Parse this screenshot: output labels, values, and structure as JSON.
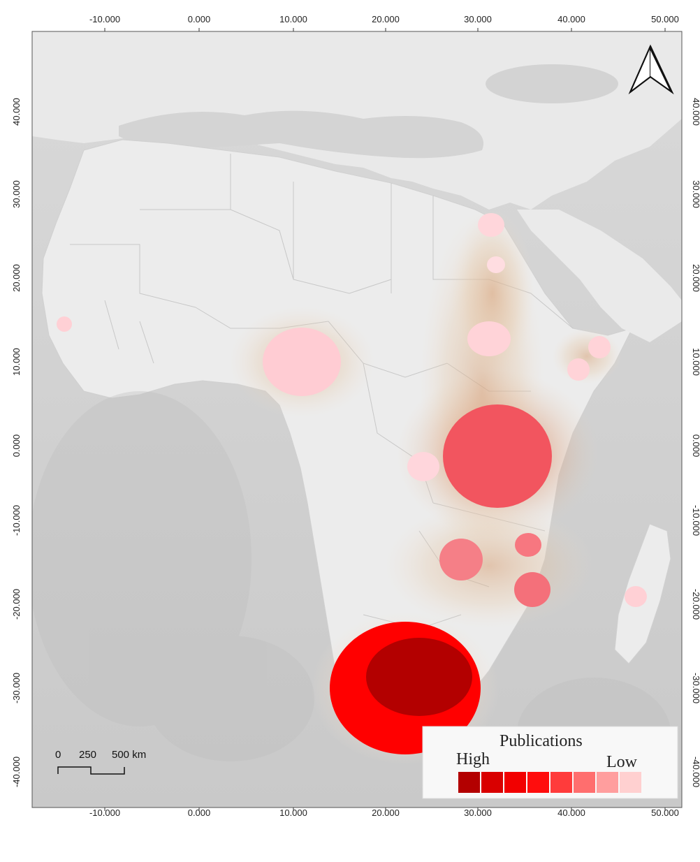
{
  "map": {
    "x_ticks": [
      "-10.000",
      "0.000",
      "10.000",
      "20.000",
      "30.000",
      "40.000",
      "50.000"
    ],
    "y_ticks": [
      "40.000",
      "30.000",
      "20.000",
      "10.000",
      "0.000",
      "-10.000",
      "-20.000",
      "-30.000",
      "-40.000"
    ],
    "legend": {
      "title": "Publications",
      "high_label": "High",
      "low_label": "Low",
      "swatches": [
        "#b30000",
        "#d90000",
        "#f20000",
        "#ff0d0d",
        "#ff3b3b",
        "#ff6e6e",
        "#ff9e9e",
        "#ffd0d0"
      ]
    },
    "scale_bar": {
      "labels": [
        "0",
        "250",
        "500 km"
      ]
    },
    "north_arrow": {
      "icon": "north-arrow-icon"
    },
    "bubbles": [
      {
        "name": "south-africa",
        "color": "#ff0000",
        "inner_color": "#b30000"
      },
      {
        "name": "east-africa",
        "color": "#f2555f"
      },
      {
        "name": "nigeria",
        "color": "#ffccd3"
      },
      {
        "name": "dr-congo-east",
        "color": "#ffd6dc"
      },
      {
        "name": "zambia",
        "color": "#f57f87"
      },
      {
        "name": "malawi",
        "color": "#f77780"
      },
      {
        "name": "mozambique",
        "color": "#f4707a"
      },
      {
        "name": "sudan",
        "color": "#ffd3d8"
      },
      {
        "name": "egypt-north",
        "color": "#ffd6db"
      },
      {
        "name": "egypt-south",
        "color": "#ffdde1"
      },
      {
        "name": "ethiopia",
        "color": "#ffd3d8"
      },
      {
        "name": "somaliland",
        "color": "#ffd3d8"
      },
      {
        "name": "senegal",
        "color": "#ffd0d5"
      },
      {
        "name": "madagascar",
        "color": "#ffd0d5"
      }
    ]
  }
}
